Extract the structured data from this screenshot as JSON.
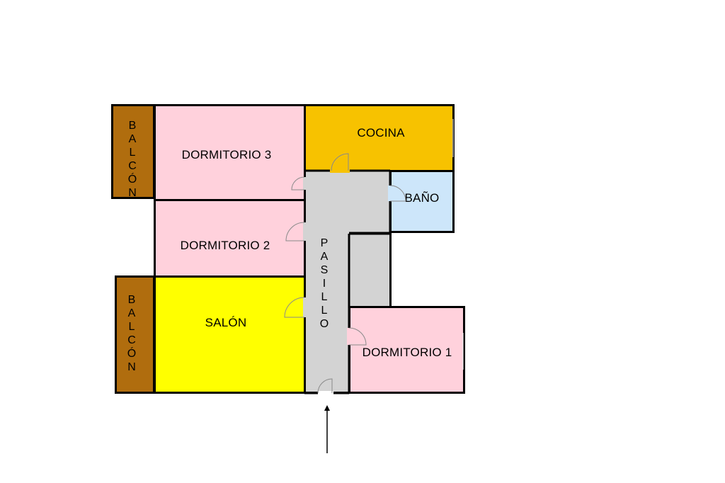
{
  "rooms": {
    "dormitorio3": {
      "label": "DORMITORIO 3",
      "color": "#ffd1dc"
    },
    "dormitorio2": {
      "label": "DORMITORIO 2",
      "color": "#ffd1dc"
    },
    "dormitorio1": {
      "label": "DORMITORIO 1",
      "color": "#ffd1dc"
    },
    "cocina": {
      "label": "COCINA",
      "color": "#f7c200"
    },
    "bano": {
      "label": "BAÑO",
      "color": "#cde6fa"
    },
    "salon": {
      "label": "SALÓN",
      "color": "#ffff00"
    },
    "pasillo": {
      "label": "PASILLO",
      "color": "#d3d3d3"
    },
    "balcon_top": {
      "label": "BALCÓN",
      "color": "#b06d0e"
    },
    "balcon_bottom": {
      "label": "BALCÓN",
      "color": "#b06d0e"
    }
  },
  "entrance": {
    "icon": "arrow-up-icon"
  }
}
